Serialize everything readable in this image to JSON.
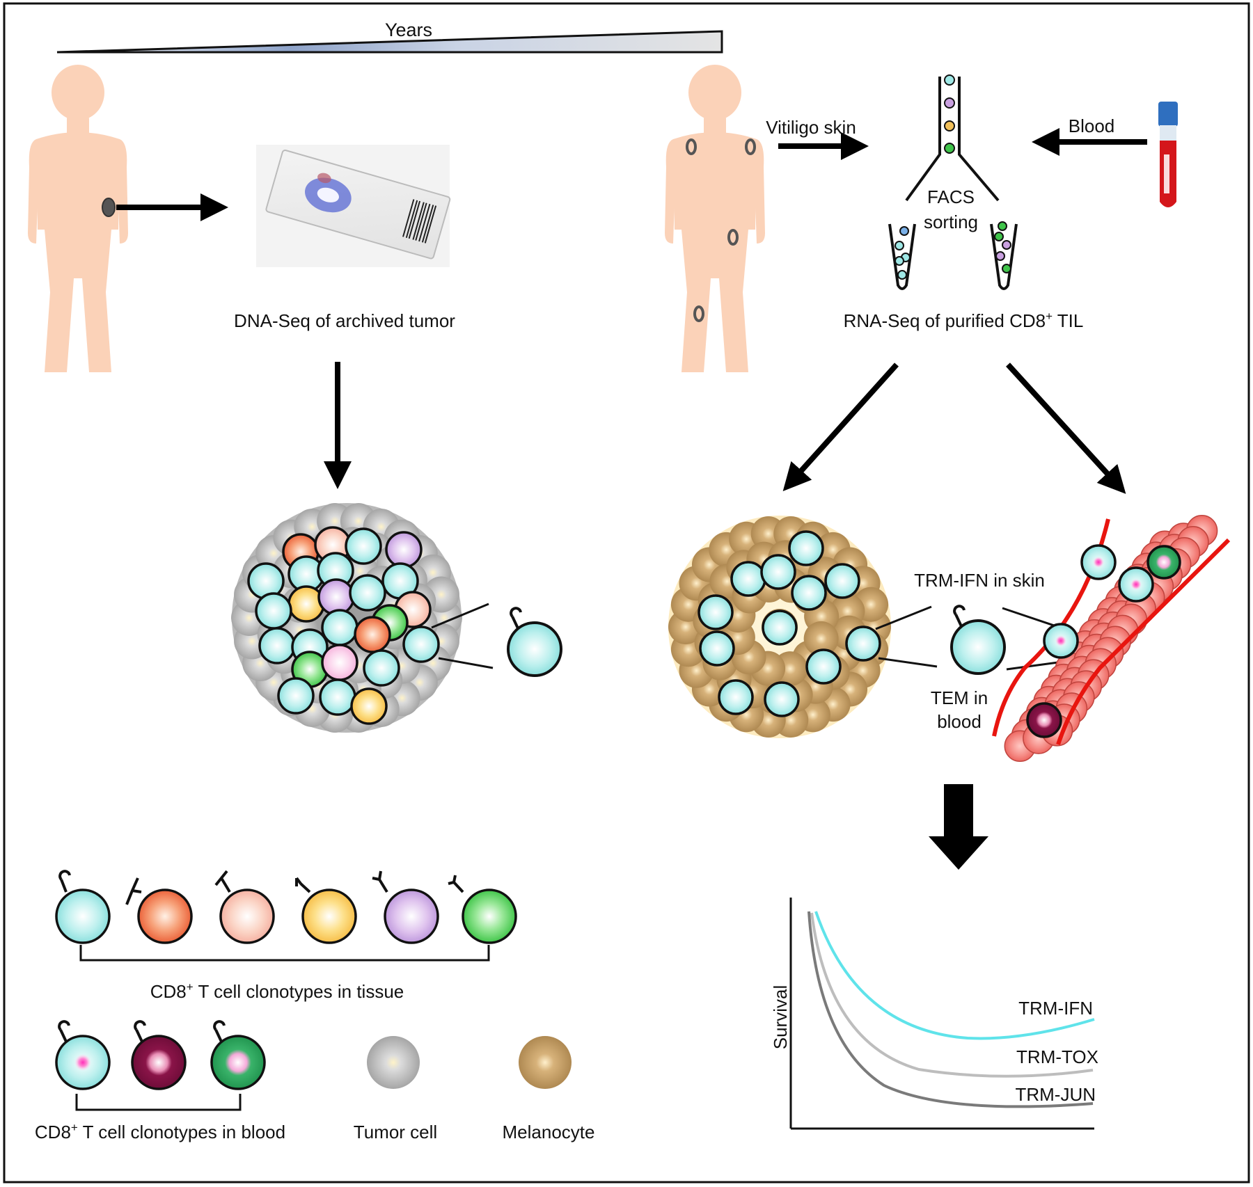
{
  "labels": {
    "years": "Years",
    "dna_seq": "DNA-Seq of archived tumor",
    "vitiligo_skin": "Vitiligo skin",
    "blood": "Blood",
    "facs_line1": "FACS",
    "facs_line2": "sorting",
    "rna_seq_pre": "RNA-Seq of purified CD8",
    "rna_seq_sup": "+",
    "rna_seq_post": " TIL",
    "trm_ifn_skin": "TRM-IFN in skin",
    "tem_line1": "TEM in",
    "tem_line2": "blood",
    "clono_tissue_pre": "CD8",
    "clono_tissue_sup": "+",
    "clono_tissue_post": " T cell clonotypes in tissue",
    "clono_blood_pre": "CD8",
    "clono_blood_sup": "+",
    "clono_blood_post": " T cell clonotypes in blood",
    "tumor_cell": "Tumor cell",
    "melanocyte": "Melanocyte"
  },
  "colors": {
    "skin": "#fbd2b8",
    "cyan_cell": "#9fe8e6",
    "tumor_gray": "#c4c4c4",
    "melanocyte_tan": "#c8a46a",
    "blood_red": "#f27e7a",
    "vessel_red": "#e8150f",
    "survival_ifn": "#5fe3ea",
    "survival_tox": "#bdbdbd",
    "survival_jun": "#7a7a7a"
  },
  "chart_data": {
    "type": "line",
    "ylabel": "Survival",
    "xlabel": "",
    "series": [
      {
        "name": "TRM-IFN"
      },
      {
        "name": "TRM-TOX"
      },
      {
        "name": "TRM-JUN"
      }
    ]
  }
}
